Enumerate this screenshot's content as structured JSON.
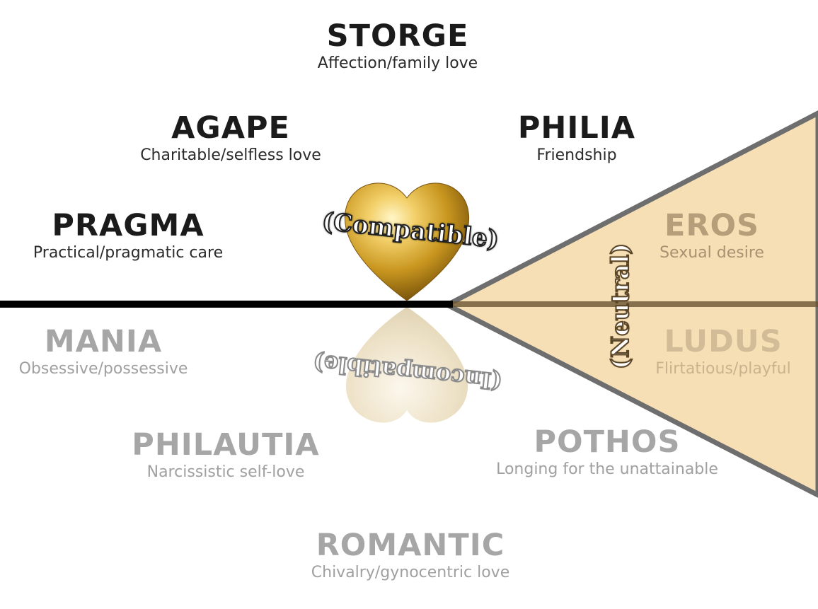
{
  "badges": {
    "compatible": "(Compatible)",
    "incompatible": "(Incompatible)",
    "neutral": "(Neutral)"
  },
  "loves": {
    "storge": {
      "name": "STORGE",
      "desc": "Affection/family love"
    },
    "agape": {
      "name": "AGAPE",
      "desc": "Charitable/selfless love"
    },
    "philia": {
      "name": "PHILIA",
      "desc": "Friendship"
    },
    "pragma": {
      "name": "PRAGMA",
      "desc": "Practical/pragmatic care"
    },
    "eros": {
      "name": "EROS",
      "desc": "Sexual desire"
    },
    "mania": {
      "name": "MANIA",
      "desc": "Obsessive/possessive"
    },
    "ludus": {
      "name": "LUDUS",
      "desc": "Flirtatious/playful"
    },
    "philautia": {
      "name": "PHILAUTIA",
      "desc": "Narcissistic self-love"
    },
    "pothos": {
      "name": "POTHOS",
      "desc": "Longing for the unattainable"
    },
    "romantic": {
      "name": "ROMANTIC",
      "desc": "Chivalry/gynocentric love"
    }
  },
  "colors": {
    "compatible_text": "#1b1b1b",
    "incompatible_text": "#a6a6a6",
    "neutral_wedge": "#f7dfb5",
    "neutral_border": "#6e6e6e",
    "heart_gold": "#d4a93a",
    "axis_line": "#000000"
  }
}
